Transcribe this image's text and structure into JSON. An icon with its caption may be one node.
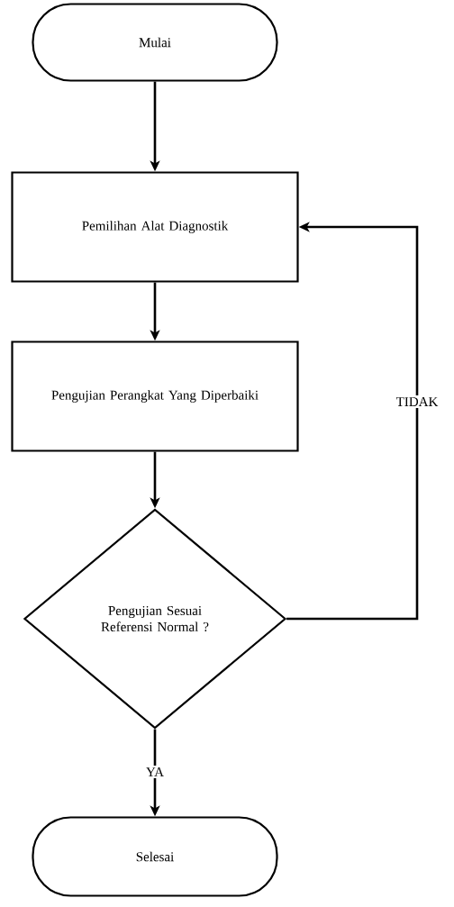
{
  "diagram": {
    "nodes": [
      {
        "text": [
          "Mulai"
        ]
      },
      {
        "text": [
          "Pemilihan Alat Diagnostik"
        ]
      },
      {
        "text": [
          "Pengujian Perangkat Yang Diperbaiki"
        ]
      },
      {
        "text": [
          "Pengujian Sesuai Referensi Normal ?"
        ]
      },
      {
        "text": [
          "Selesai"
        ]
      }
    ],
    "edges": [
      {
        "from": 0,
        "to": 1,
        "arrow": "to"
      },
      {
        "from": 1,
        "to": 2,
        "arrow": "to"
      },
      {
        "from": 2,
        "to": 3,
        "arrow": "to"
      },
      {
        "from": 3,
        "to": 4,
        "arrow": "to",
        "label": "YA"
      },
      {
        "from": 3,
        "to": 1,
        "arrow": "to",
        "label": "TIDAK"
      }
    ]
  }
}
